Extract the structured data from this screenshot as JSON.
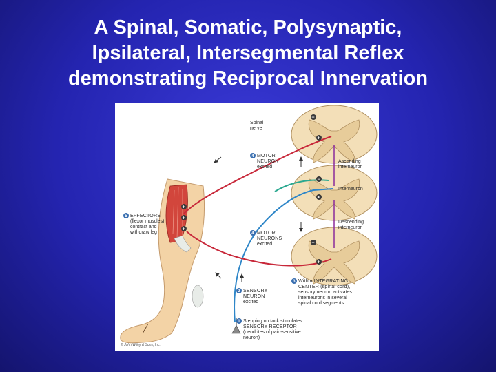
{
  "slide": {
    "title_lines": [
      "A Spinal, Somatic, Polysynaptic,",
      "Ipsilateral, Intersegmental Reflex",
      "demonstrating Reciprocal Innervation"
    ]
  },
  "figure": {
    "labels": {
      "spinal_nerve": [
        "Spinal",
        "nerve"
      ],
      "motor_neuron_upper": [
        "MOTOR",
        "NEURON",
        "excited"
      ],
      "ascending_interneuron": [
        "Ascending",
        "interneuron"
      ],
      "interneuron": "Interneuron",
      "effectors": [
        "EFFECTORS",
        "(flexor muscles)",
        "contract and",
        "withdraw leg"
      ],
      "descending_interneuron": [
        "Descending",
        "interneuron"
      ],
      "motor_neuron_lower": [
        "MOTOR",
        "NEURONS",
        "excited"
      ],
      "integrating_center": [
        "Within INTEGRATING",
        "CENTER (spinal cord),",
        "sensory neuron activates",
        "interneurons in several",
        "spinal cord segments"
      ],
      "sensory_neuron": [
        "SENSORY",
        "NEURON",
        "excited"
      ],
      "sensory_receptor": [
        "Stepping on tack stimulates",
        "SENSORY RECEPTOR",
        "(dendrites of pain-sensitive",
        "neuron)"
      ]
    },
    "step_numbers": [
      "1",
      "2",
      "3",
      "4",
      "5"
    ],
    "signs": {
      "plus": "+",
      "minus": "−"
    },
    "copyright": "© John Wiley & Sons, Inc."
  },
  "colors": {
    "background": "#2a2ac0",
    "title_text": "#ffffff",
    "sensory_pathway": "#2e86c8",
    "motor_pathway": "#c8283a",
    "interneuron_pathway": "#2aa890",
    "spinal_grey_matter": "#e7cc9a",
    "skin": "#f3d3a6",
    "muscle": "#d2463c",
    "step_badge": "#3a6fb0"
  }
}
